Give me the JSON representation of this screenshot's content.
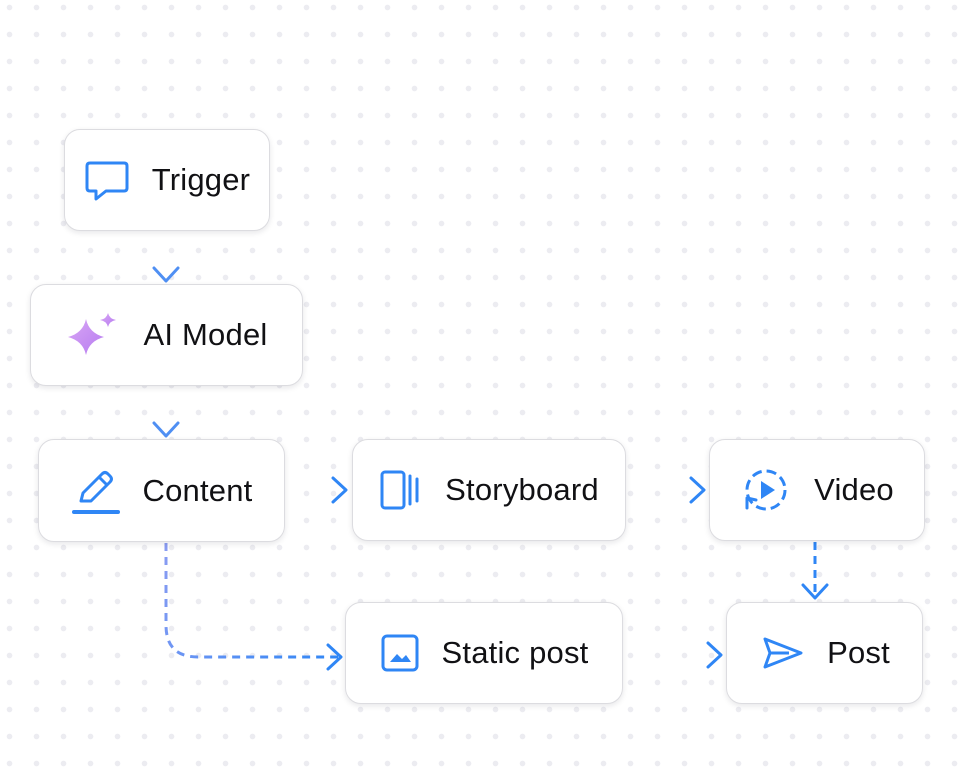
{
  "colors": {
    "accent_blue": "#2f86f5",
    "accent_purple": "#c58cf0",
    "node_border": "#dcdce0",
    "text": "#111114"
  },
  "nodes": {
    "trigger": {
      "label": "Trigger",
      "icon": "chat-bubble-icon"
    },
    "ai_model": {
      "label": "AI Model",
      "icon": "sparkle-icon"
    },
    "content": {
      "label": "Content",
      "icon": "pencil-icon"
    },
    "storyboard": {
      "label": "Storyboard",
      "icon": "storyboard-icon"
    },
    "video": {
      "label": "Video",
      "icon": "play-circle-icon"
    },
    "static_post": {
      "label": "Static post",
      "icon": "image-icon"
    },
    "post": {
      "label": "Post",
      "icon": "send-icon"
    }
  },
  "edges": [
    {
      "from": "Trigger",
      "to": "AI Model"
    },
    {
      "from": "AI Model",
      "to": "Content"
    },
    {
      "from": "Content",
      "to": "Storyboard"
    },
    {
      "from": "Storyboard",
      "to": "Video"
    },
    {
      "from": "Video",
      "to": "Post"
    },
    {
      "from": "Content",
      "to": "Static post"
    },
    {
      "from": "Static post",
      "to": "Post"
    }
  ]
}
